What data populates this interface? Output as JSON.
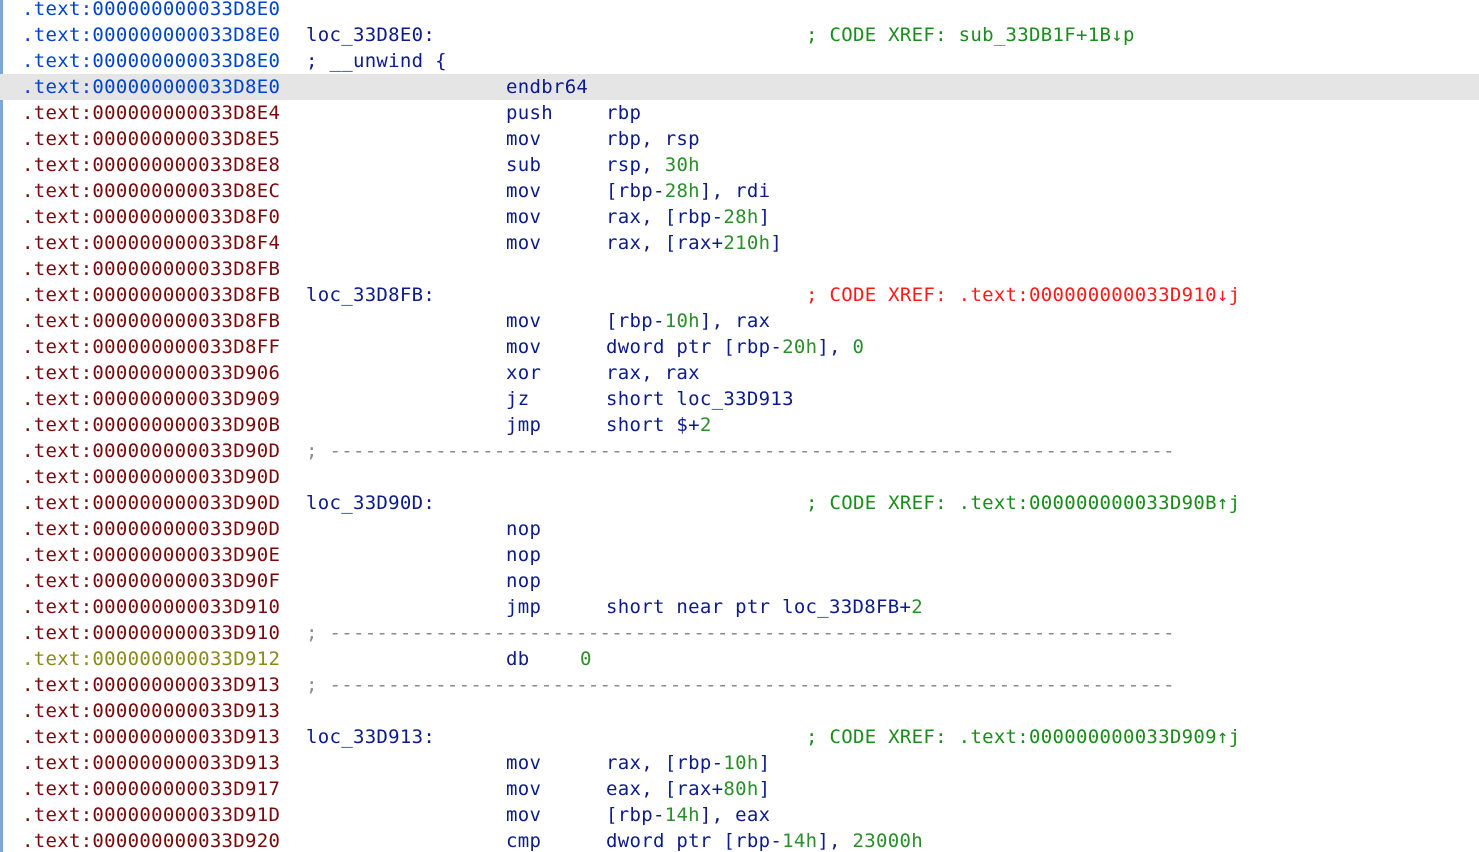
{
  "lines": [
    {
      "addr": ".text:000000000033D8E0",
      "addr_color": "blue",
      "label": "",
      "mnem": "",
      "ops": [],
      "comment": "",
      "comment_color": "",
      "sep": false,
      "highlight": false
    },
    {
      "addr": ".text:000000000033D8E0",
      "addr_color": "blue",
      "label": "loc_33D8E0:",
      "mnem": "",
      "ops": [],
      "comment": "; CODE XREF: sub_33DB1F+1B↓p",
      "comment_color": "green",
      "sep": false,
      "highlight": false
    },
    {
      "addr": ".text:000000000033D8E0",
      "addr_color": "blue",
      "label": "; __unwind {",
      "mnem": "",
      "ops": [],
      "comment": "",
      "comment_color": "",
      "sep": false,
      "highlight": false
    },
    {
      "addr": ".text:000000000033D8E0",
      "addr_color": "blue",
      "label": "",
      "mnem": "endbr64",
      "ops": [],
      "comment": "",
      "comment_color": "",
      "sep": false,
      "highlight": true
    },
    {
      "addr": ".text:000000000033D8E4",
      "addr_color": "red",
      "label": "",
      "mnem": "push",
      "ops": [
        {
          "t": "rbp",
          "n": false
        }
      ],
      "comment": "",
      "comment_color": "",
      "sep": false,
      "highlight": false
    },
    {
      "addr": ".text:000000000033D8E5",
      "addr_color": "red",
      "label": "",
      "mnem": "mov",
      "ops": [
        {
          "t": "rbp, rsp",
          "n": false
        }
      ],
      "comment": "",
      "comment_color": "",
      "sep": false,
      "highlight": false
    },
    {
      "addr": ".text:000000000033D8E8",
      "addr_color": "red",
      "label": "",
      "mnem": "sub",
      "ops": [
        {
          "t": "rsp, ",
          "n": false
        },
        {
          "t": "30h",
          "n": true
        }
      ],
      "comment": "",
      "comment_color": "",
      "sep": false,
      "highlight": false
    },
    {
      "addr": ".text:000000000033D8EC",
      "addr_color": "red",
      "label": "",
      "mnem": "mov",
      "ops": [
        {
          "t": "[rbp-",
          "n": false
        },
        {
          "t": "28h",
          "n": true
        },
        {
          "t": "], rdi",
          "n": false
        }
      ],
      "comment": "",
      "comment_color": "",
      "sep": false,
      "highlight": false
    },
    {
      "addr": ".text:000000000033D8F0",
      "addr_color": "red",
      "label": "",
      "mnem": "mov",
      "ops": [
        {
          "t": "rax, [rbp-",
          "n": false
        },
        {
          "t": "28h",
          "n": true
        },
        {
          "t": "]",
          "n": false
        }
      ],
      "comment": "",
      "comment_color": "",
      "sep": false,
      "highlight": false
    },
    {
      "addr": ".text:000000000033D8F4",
      "addr_color": "red",
      "label": "",
      "mnem": "mov",
      "ops": [
        {
          "t": "rax, [rax+",
          "n": false
        },
        {
          "t": "210h",
          "n": true
        },
        {
          "t": "]",
          "n": false
        }
      ],
      "comment": "",
      "comment_color": "",
      "sep": false,
      "highlight": false
    },
    {
      "addr": ".text:000000000033D8FB",
      "addr_color": "red",
      "label": "",
      "mnem": "",
      "ops": [],
      "comment": "",
      "comment_color": "",
      "sep": false,
      "highlight": false
    },
    {
      "addr": ".text:000000000033D8FB",
      "addr_color": "red",
      "label": "loc_33D8FB:",
      "mnem": "",
      "ops": [],
      "comment": "; CODE XREF: .text:000000000033D910↓j",
      "comment_color": "red",
      "sep": false,
      "highlight": false
    },
    {
      "addr": ".text:000000000033D8FB",
      "addr_color": "red",
      "label": "",
      "mnem": "mov",
      "ops": [
        {
          "t": "[rbp-",
          "n": false
        },
        {
          "t": "10h",
          "n": true
        },
        {
          "t": "], rax",
          "n": false
        }
      ],
      "comment": "",
      "comment_color": "",
      "sep": false,
      "highlight": false
    },
    {
      "addr": ".text:000000000033D8FF",
      "addr_color": "red",
      "label": "",
      "mnem": "mov",
      "ops": [
        {
          "t": "dword ptr [rbp-",
          "n": false
        },
        {
          "t": "20h",
          "n": true
        },
        {
          "t": "], ",
          "n": false
        },
        {
          "t": "0",
          "n": true
        }
      ],
      "comment": "",
      "comment_color": "",
      "sep": false,
      "highlight": false
    },
    {
      "addr": ".text:000000000033D906",
      "addr_color": "red",
      "label": "",
      "mnem": "xor",
      "ops": [
        {
          "t": "rax, rax",
          "n": false
        }
      ],
      "comment": "",
      "comment_color": "",
      "sep": false,
      "highlight": false
    },
    {
      "addr": ".text:000000000033D909",
      "addr_color": "red",
      "label": "",
      "mnem": "jz",
      "ops": [
        {
          "t": "short loc_33D913",
          "n": false
        }
      ],
      "comment": "",
      "comment_color": "",
      "sep": false,
      "highlight": false
    },
    {
      "addr": ".text:000000000033D90B",
      "addr_color": "red",
      "label": "",
      "mnem": "jmp",
      "ops": [
        {
          "t": "short $+",
          "n": false
        },
        {
          "t": "2",
          "n": true
        }
      ],
      "comment": "",
      "comment_color": "",
      "sep": false,
      "highlight": false
    },
    {
      "addr": ".text:000000000033D90D",
      "addr_color": "red",
      "label": "",
      "mnem": "",
      "ops": [],
      "comment": "",
      "comment_color": "",
      "sep": true,
      "highlight": false
    },
    {
      "addr": ".text:000000000033D90D",
      "addr_color": "red",
      "label": "",
      "mnem": "",
      "ops": [],
      "comment": "",
      "comment_color": "",
      "sep": false,
      "highlight": false
    },
    {
      "addr": ".text:000000000033D90D",
      "addr_color": "red",
      "label": "loc_33D90D:",
      "mnem": "",
      "ops": [],
      "comment": "; CODE XREF: .text:000000000033D90B↑j",
      "comment_color": "green",
      "sep": false,
      "highlight": false
    },
    {
      "addr": ".text:000000000033D90D",
      "addr_color": "red",
      "label": "",
      "mnem": "nop",
      "ops": [],
      "comment": "",
      "comment_color": "",
      "sep": false,
      "highlight": false
    },
    {
      "addr": ".text:000000000033D90E",
      "addr_color": "red",
      "label": "",
      "mnem": "nop",
      "ops": [],
      "comment": "",
      "comment_color": "",
      "sep": false,
      "highlight": false
    },
    {
      "addr": ".text:000000000033D90F",
      "addr_color": "red",
      "label": "",
      "mnem": "nop",
      "ops": [],
      "comment": "",
      "comment_color": "",
      "sep": false,
      "highlight": false
    },
    {
      "addr": ".text:000000000033D910",
      "addr_color": "red",
      "label": "",
      "mnem": "jmp",
      "ops": [
        {
          "t": "short near ptr loc_33D8FB+",
          "n": false
        },
        {
          "t": "2",
          "n": true
        }
      ],
      "comment": "",
      "comment_color": "",
      "sep": false,
      "highlight": false
    },
    {
      "addr": ".text:000000000033D910",
      "addr_color": "red",
      "label": "",
      "mnem": "",
      "ops": [],
      "comment": "",
      "comment_color": "",
      "sep": true,
      "highlight": false
    },
    {
      "addr": ".text:000000000033D912",
      "addr_color": "olive",
      "label": "",
      "mnem": "db",
      "ops": [],
      "ops2": "0",
      "comment": "",
      "comment_color": "",
      "sep": false,
      "highlight": false
    },
    {
      "addr": ".text:000000000033D913",
      "addr_color": "red",
      "label": "",
      "mnem": "",
      "ops": [],
      "comment": "",
      "comment_color": "",
      "sep": true,
      "highlight": false
    },
    {
      "addr": ".text:000000000033D913",
      "addr_color": "red",
      "label": "",
      "mnem": "",
      "ops": [],
      "comment": "",
      "comment_color": "",
      "sep": false,
      "highlight": false
    },
    {
      "addr": ".text:000000000033D913",
      "addr_color": "red",
      "label": "loc_33D913:",
      "mnem": "",
      "ops": [],
      "comment": "; CODE XREF: .text:000000000033D909↑j",
      "comment_color": "green",
      "sep": false,
      "highlight": false
    },
    {
      "addr": ".text:000000000033D913",
      "addr_color": "red",
      "label": "",
      "mnem": "mov",
      "ops": [
        {
          "t": "rax, [rbp-",
          "n": false
        },
        {
          "t": "10h",
          "n": true
        },
        {
          "t": "]",
          "n": false
        }
      ],
      "comment": "",
      "comment_color": "",
      "sep": false,
      "highlight": false
    },
    {
      "addr": ".text:000000000033D917",
      "addr_color": "red",
      "label": "",
      "mnem": "mov",
      "ops": [
        {
          "t": "eax, [rax+",
          "n": false
        },
        {
          "t": "80h",
          "n": true
        },
        {
          "t": "]",
          "n": false
        }
      ],
      "comment": "",
      "comment_color": "",
      "sep": false,
      "highlight": false
    },
    {
      "addr": ".text:000000000033D91D",
      "addr_color": "red",
      "label": "",
      "mnem": "mov",
      "ops": [
        {
          "t": "[rbp-",
          "n": false
        },
        {
          "t": "14h",
          "n": true
        },
        {
          "t": "], eax",
          "n": false
        }
      ],
      "comment": "",
      "comment_color": "",
      "sep": false,
      "highlight": false
    },
    {
      "addr": ".text:000000000033D920",
      "addr_color": "red",
      "label": "",
      "mnem": "cmp",
      "ops": [
        {
          "t": "dword ptr [rbp-",
          "n": false
        },
        {
          "t": "14h",
          "n": true
        },
        {
          "t": "], ",
          "n": false
        },
        {
          "t": "23000h",
          "n": true
        }
      ],
      "comment": "",
      "comment_color": "",
      "sep": false,
      "highlight": false
    }
  ],
  "separator_text": "; ------------------------------------------------------------------------",
  "colors": {
    "addr_blue": "#0044cc",
    "addr_red": "#7a0a0a",
    "addr_olive": "#8a8a1a",
    "code": "#0b1b8c",
    "number": "#2a8f2a",
    "comment_green": "#1a8c1a",
    "comment_red": "#ff1a1a",
    "highlight_row": "#e5e5e5"
  }
}
